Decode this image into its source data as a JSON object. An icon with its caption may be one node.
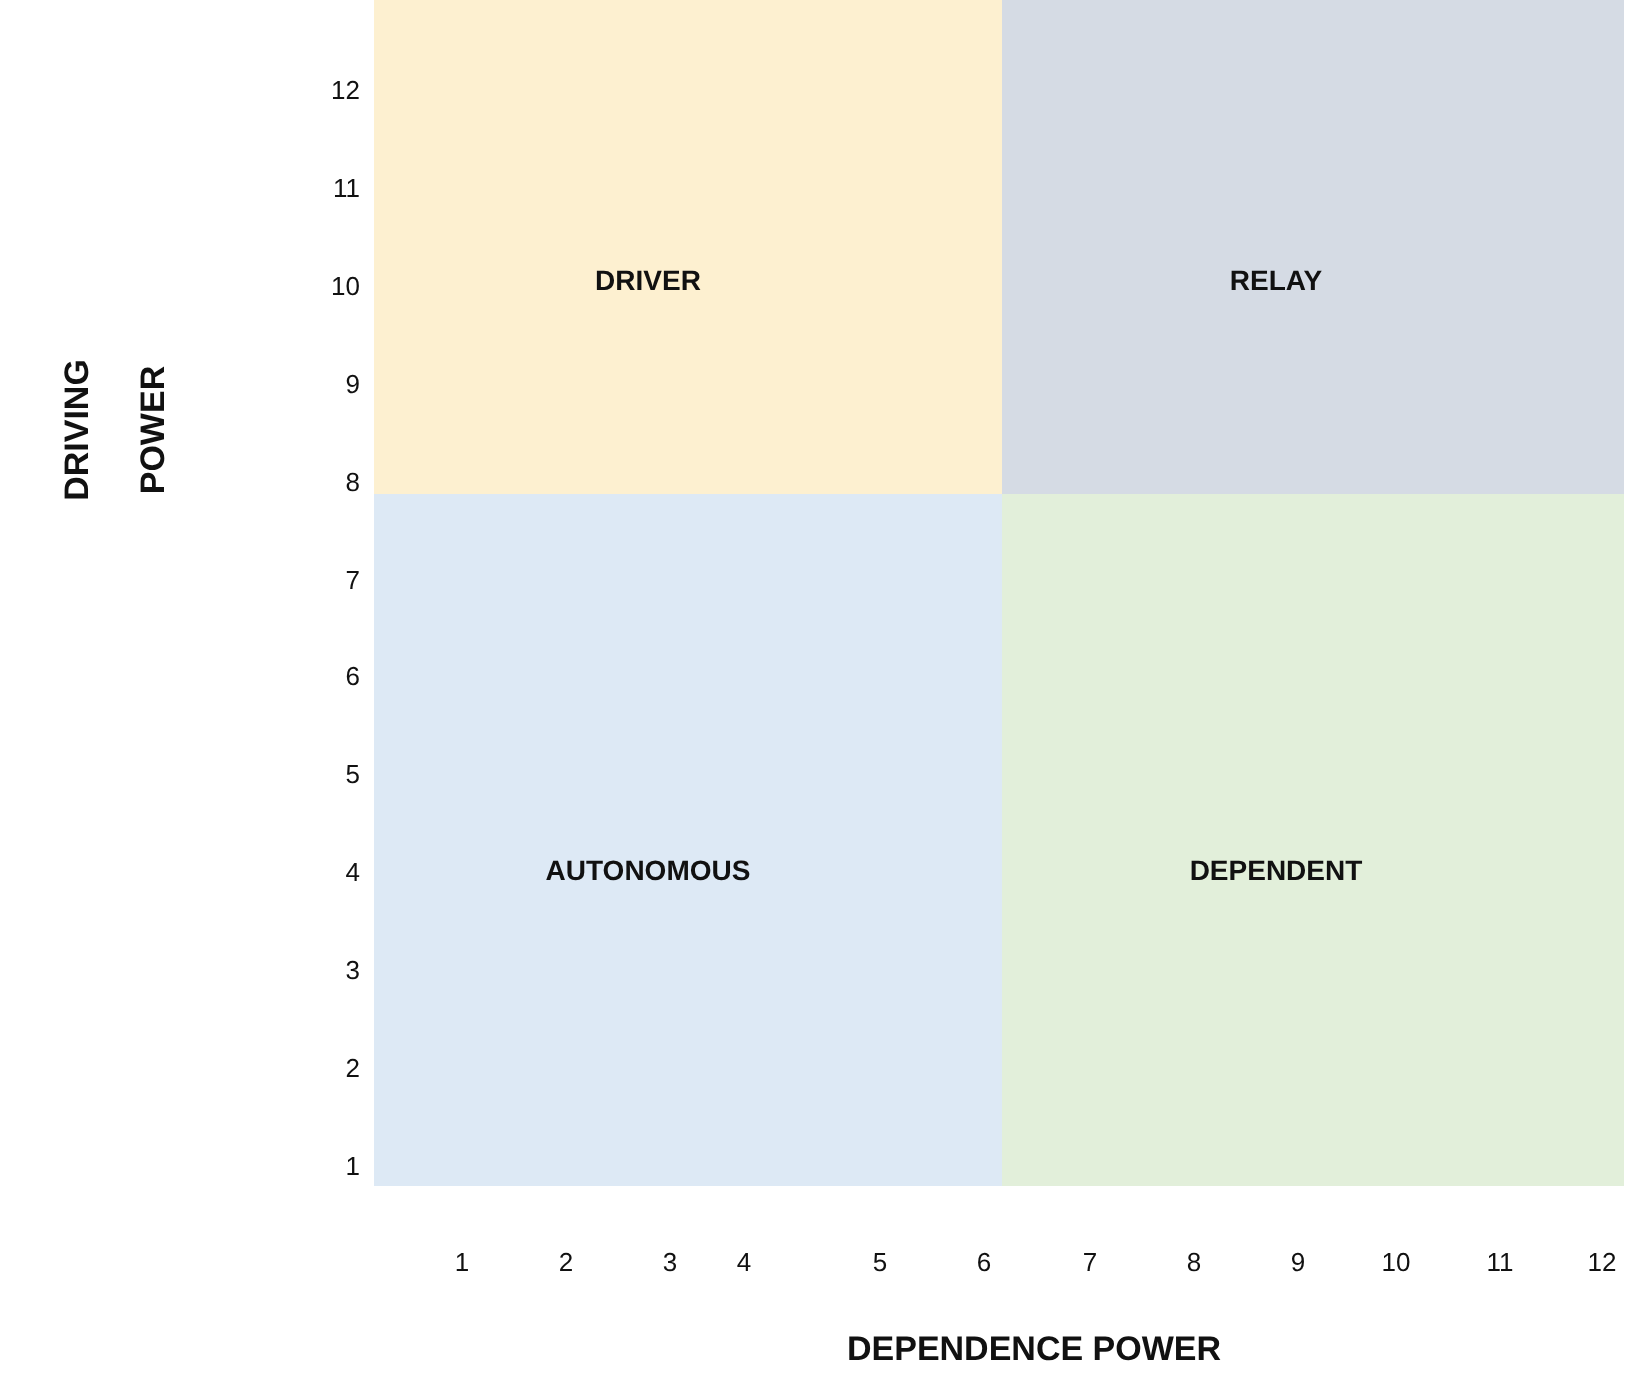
{
  "diagram": {
    "nodes": [
      {
        "text": [
          "DRIVER"
        ]
      },
      {
        "text": [
          "RELAY"
        ]
      },
      {
        "text": [
          "AUTONOMOUS"
        ]
      },
      {
        "text": [
          "DEPENDENT"
        ]
      }
    ],
    "labels": [
      "12",
      "11",
      "10",
      "9",
      "8",
      "7",
      "6",
      "5",
      "4",
      "3",
      "2",
      "1",
      "DRIVING POWER",
      "1",
      "2",
      "3",
      "4",
      "5",
      "6",
      "7",
      "8",
      "9",
      "10",
      "11",
      "12",
      "DEPENDENCE POWER"
    ]
  }
}
